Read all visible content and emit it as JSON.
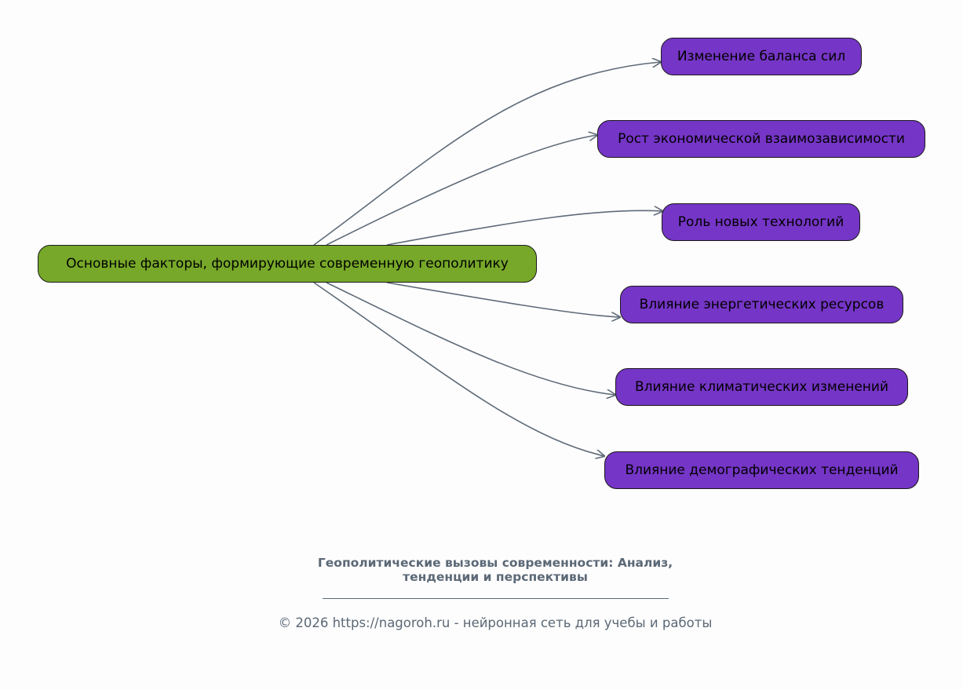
{
  "diagram": {
    "type": "mind-map",
    "edge_color": "#5f6b78",
    "root": {
      "label": "Основные факторы, формирующие современную геополитику",
      "color": "#77a829"
    },
    "children": [
      {
        "label": "Изменение баланса сил",
        "color": "#7535c6"
      },
      {
        "label": "Рост экономической взаимозависимости",
        "color": "#7535c6"
      },
      {
        "label": "Роль новых технологий",
        "color": "#7535c6"
      },
      {
        "label": "Влияние энергетических ресурсов",
        "color": "#7535c6"
      },
      {
        "label": "Влияние климатических изменений",
        "color": "#7535c6"
      },
      {
        "label": "Влияние демографических тенденций",
        "color": "#7535c6"
      }
    ]
  },
  "footer": {
    "title_line1": "Геополитические вызовы современности: Анализ,",
    "title_line2": "тенденции и перспективы",
    "copyright": "© 2026 https://nagoroh.ru - нейронная сеть для учебы и работы"
  }
}
